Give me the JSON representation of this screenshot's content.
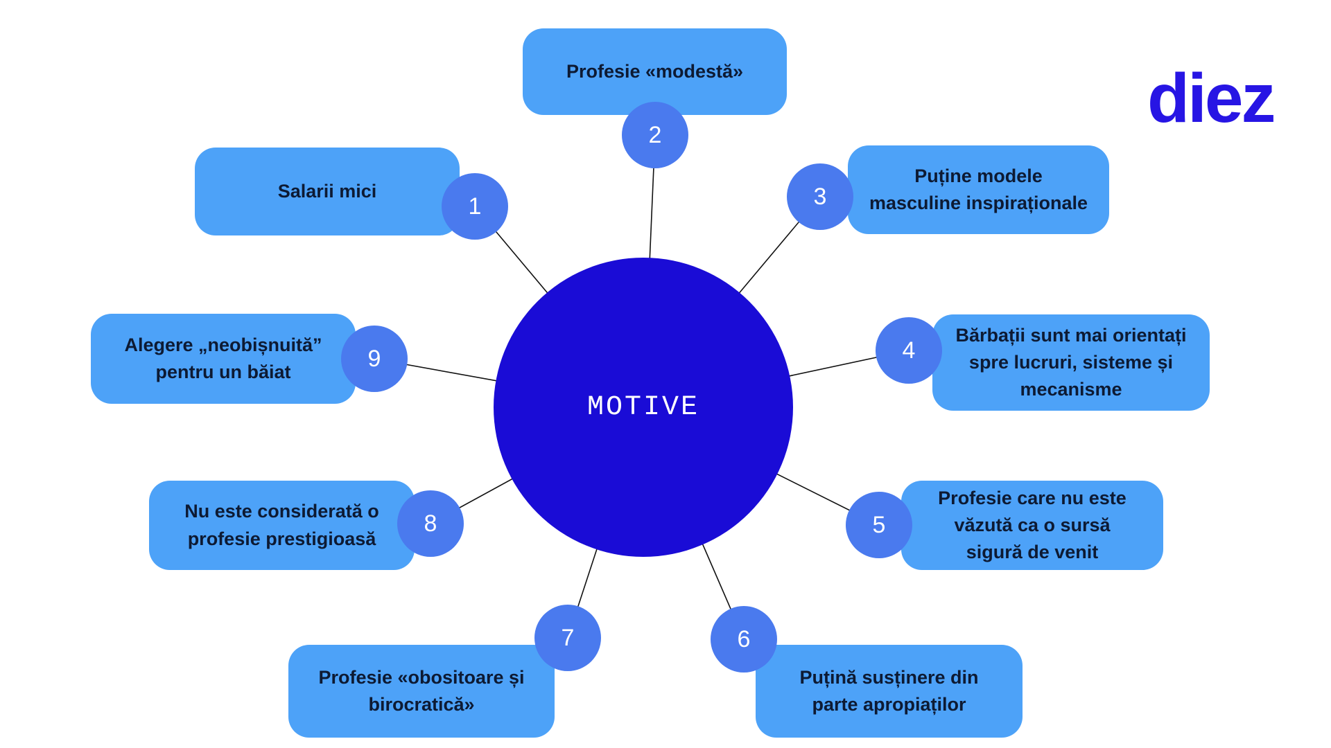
{
  "logo": {
    "text": "diez"
  },
  "center": {
    "label": "MOTIVE"
  },
  "colors": {
    "center_circle": "#1a0cd6",
    "node_circle": "#4a7aee",
    "label_box": "#4da2f8",
    "label_text": "#0d1a33",
    "line": "#111111",
    "logo": "#2715e4",
    "background": "#ffffff",
    "number_text": "#ffffff",
    "center_text": "#ffffff"
  },
  "nodes": [
    {
      "number": "1",
      "label": "Salarii mici"
    },
    {
      "number": "2",
      "label": "Profesie «modestă»"
    },
    {
      "number": "3",
      "label": "Puține modele masculine inspiraționale"
    },
    {
      "number": "4",
      "label": "Bărbații sunt mai orientați spre lucruri, sisteme și mecanisme"
    },
    {
      "number": "5",
      "label": "Profesie care nu este văzută ca o sursă sigură de venit"
    },
    {
      "number": "6",
      "label": "Puțină susținere din parte apropiaților"
    },
    {
      "number": "7",
      "label": "Profesie «obositoare și birocratică»"
    },
    {
      "number": "8",
      "label": "Nu este considerată o profesie prestigioasă"
    },
    {
      "number": "9",
      "label": "Alegere „neobișnuită” pentru un băiat"
    }
  ]
}
